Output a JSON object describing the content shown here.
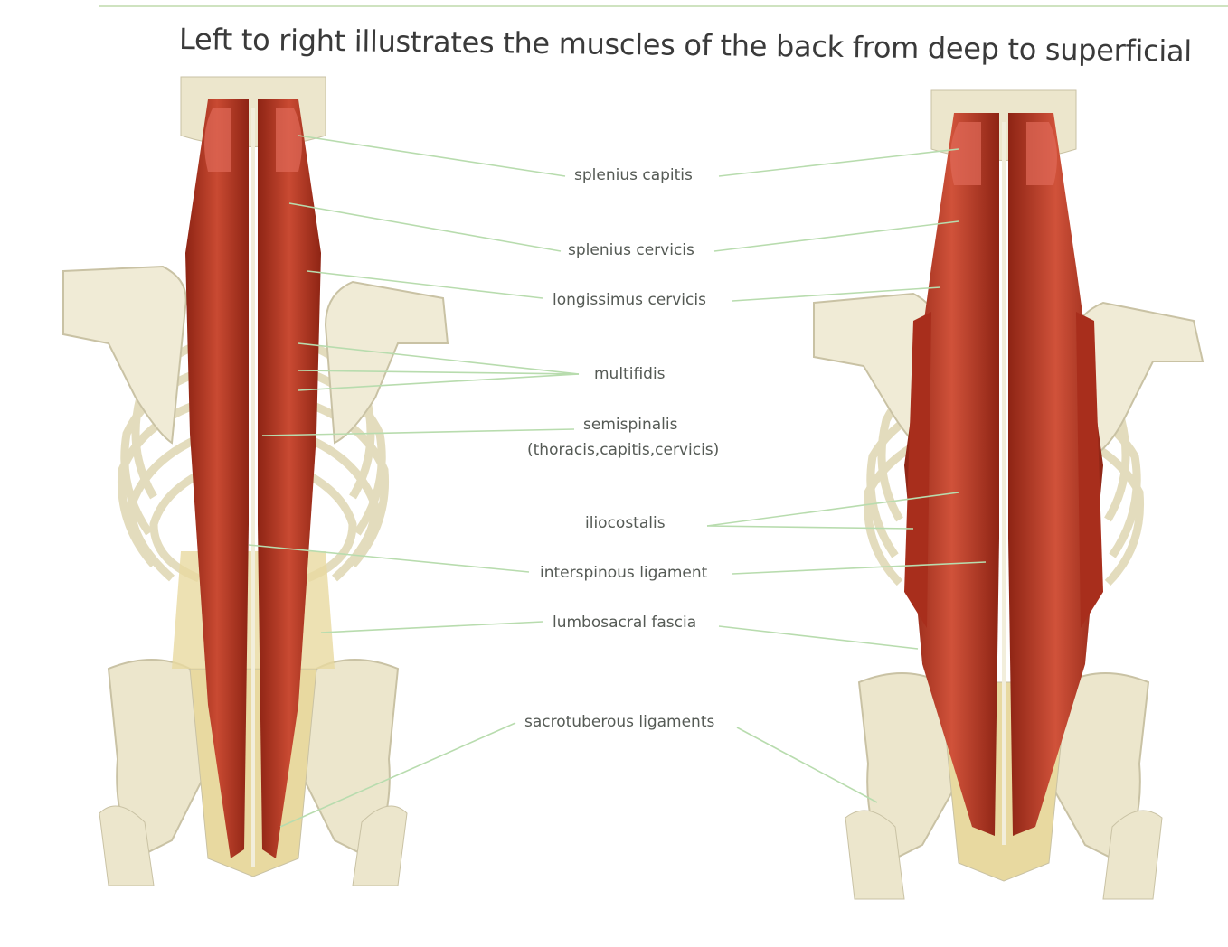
{
  "title": "Left to right illustrates the muscles of the back from deep to superficial",
  "labels": {
    "splenius_capitis": "splenius capitis",
    "splenius_cervicis": "splenius cervicis",
    "longissimus_cervicis": "longissimus cervicis",
    "multifidis": "multifidis",
    "semispinalis": "semispinalis",
    "semispinalis_detail": "(thoracis,capitis,cervicis)",
    "iliocostalis": "iliocostalis",
    "interspinous_ligament": "interspinous ligament",
    "lumbosacral_fascia": "lumbosacral fascia",
    "sacrotuberous_ligaments": "sacrotuberous ligaments"
  },
  "colors": {
    "bone": "#ece6cc",
    "bone_shadow": "#c9c2a4",
    "muscle": "#b23320",
    "muscle_light": "#d8604a",
    "fascia": "#e8d9a0",
    "leader": "#b8dcae",
    "label_text": "#555a55"
  }
}
